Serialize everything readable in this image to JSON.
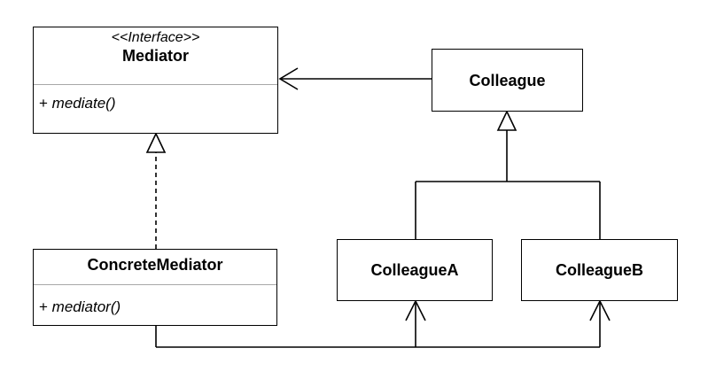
{
  "mediator": {
    "stereotype": "<<Interface>>",
    "name": "Mediator",
    "operation": {
      "visibility": "+",
      "name": "mediate()"
    }
  },
  "colleague": {
    "name": "Colleague"
  },
  "concrete_mediator": {
    "name": "ConcreteMediator",
    "operation": {
      "visibility": "+",
      "name": "mediator()"
    }
  },
  "colleague_a": {
    "name": "ColleagueA"
  },
  "colleague_b": {
    "name": "ColleagueB"
  },
  "relationships": [
    {
      "from": "Colleague",
      "to": "Mediator",
      "type": "association"
    },
    {
      "from": "ConcreteMediator",
      "to": "Mediator",
      "type": "realization"
    },
    {
      "from": "ColleagueA",
      "to": "Colleague",
      "type": "generalization"
    },
    {
      "from": "ColleagueB",
      "to": "Colleague",
      "type": "generalization"
    },
    {
      "from": "ConcreteMediator",
      "to": "ColleagueA",
      "type": "association"
    },
    {
      "from": "ConcreteMediator",
      "to": "ColleagueB",
      "type": "association"
    }
  ]
}
